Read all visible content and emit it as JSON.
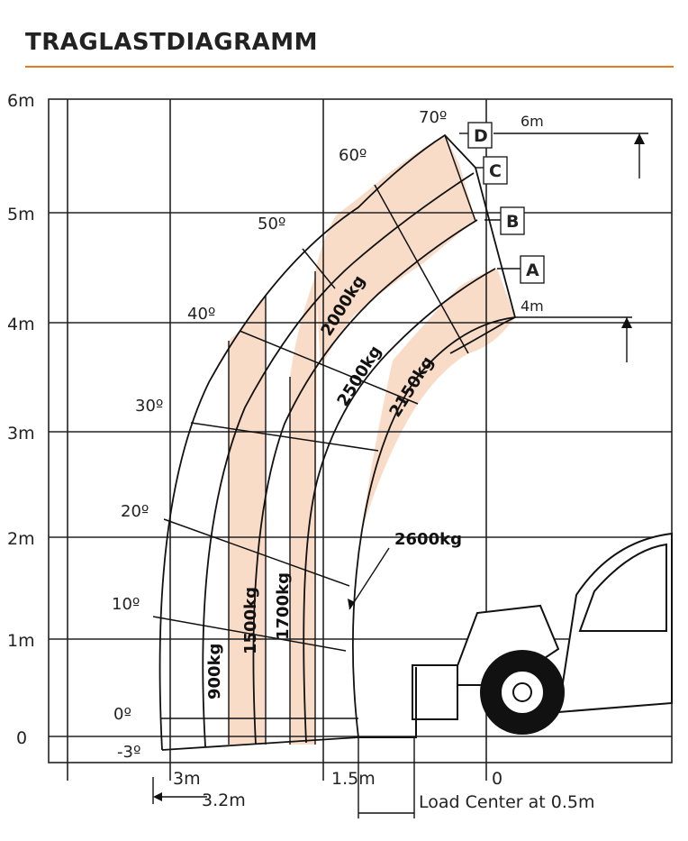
{
  "title": "TRAGLASTDIAGRAMM",
  "colors": {
    "accent": "#e87a1e",
    "zone_fill": "#f9dcc8",
    "line": "#222222"
  },
  "y_axis_labels": [
    "6m",
    "5m",
    "4m",
    "3m",
    "2m",
    "1m",
    "0"
  ],
  "x_axis_labels": {
    "x3": "3m",
    "x32": "3.2m",
    "x15": "1.5m",
    "x0": "0"
  },
  "load_center": "Load Center at 0.5m",
  "angles": [
    "70º",
    "60º",
    "50º",
    "40º",
    "30º",
    "20º",
    "10º",
    "0º",
    "-3º"
  ],
  "extension_markers": [
    "D",
    "C",
    "B",
    "A"
  ],
  "height_refs": {
    "top": "6m",
    "bottom": "4m"
  },
  "loads": [
    "900kg",
    "1500kg",
    "1700kg",
    "2000kg",
    "2500kg",
    "2150kg",
    "2600kg"
  ]
}
